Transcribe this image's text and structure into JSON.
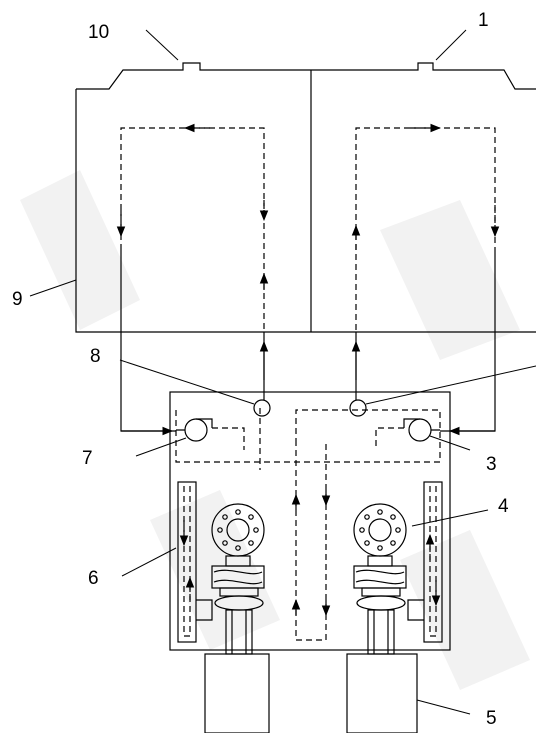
{
  "labels": {
    "l1": "1",
    "l3": "3",
    "l4": "4",
    "l5": "5",
    "l6": "6",
    "l7": "7",
    "l8": "8",
    "l9": "9",
    "l10": "10"
  }
}
